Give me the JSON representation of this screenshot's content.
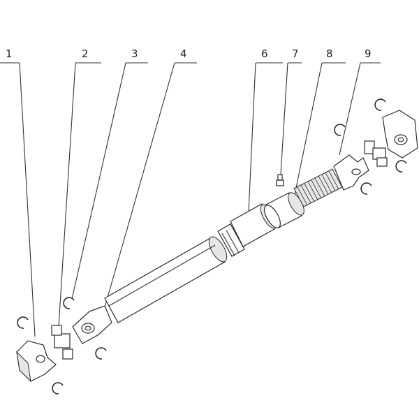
{
  "callouts": [
    {
      "id": "1",
      "label": "1"
    },
    {
      "id": "2",
      "label": "2"
    },
    {
      "id": "3",
      "label": "3"
    },
    {
      "id": "4",
      "label": "4"
    },
    {
      "id": "6",
      "label": "6"
    },
    {
      "id": "7",
      "label": "7"
    },
    {
      "id": "8",
      "label": "8"
    },
    {
      "id": "9",
      "label": "9"
    }
  ]
}
